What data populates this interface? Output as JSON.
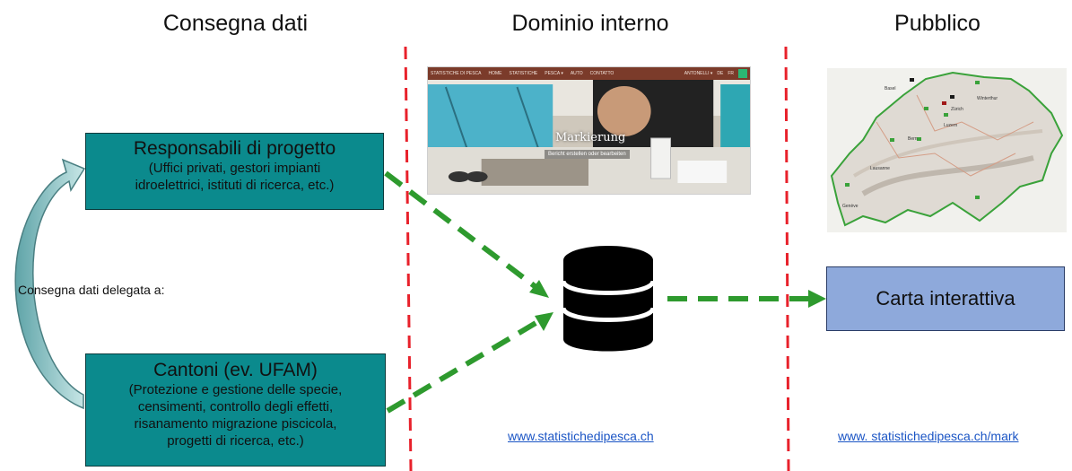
{
  "columns": {
    "left_title": "Consegna dati",
    "mid_title": "Dominio interno",
    "right_title": "Pubblico"
  },
  "boxes": {
    "responsabili": {
      "title": "Responsabili di progetto",
      "lines": [
        "(Uffici privati, gestori impianti",
        "idroelettrici, istituti di ricerca, etc.)"
      ]
    },
    "cantoni": {
      "title": "Cantoni (ev. UFAM)",
      "lines": [
        "(Protezione e gestione delle specie,",
        "censimenti, controllo degli effetti,",
        "risanamento migrazione piscicola,",
        "progetti di ricerca, etc.)"
      ]
    },
    "carta": {
      "label": "Carta interattiva"
    }
  },
  "delegated_label": "Consegna dati delegata a:",
  "links": {
    "internal": "www.statistichedipesca.ch",
    "public": "www. statistichedipesca.ch/mark"
  },
  "website": {
    "nav_items": [
      "STATISTICHE DI PESCA",
      "HOME",
      "STATISTICHE",
      "PESCA ▾",
      "AUTO",
      "CONTATTO"
    ],
    "nav_right": [
      "ANTONELLI ▾",
      "DE",
      "FR"
    ],
    "hero_title": "Markierung",
    "hero_subtitle": "Bericht erstellen oder bearbeiten"
  },
  "map_labels": [
    "Basel",
    "Zürich",
    "Winterthur",
    "Lausanne",
    "Genève",
    "Bern",
    "Luzern"
  ],
  "colors": {
    "teal_box": "#0b8a8d",
    "blue_box": "#8ea9db",
    "arrow_green": "#2e9a2e",
    "divider_red": "#e8212b",
    "curved_arrow": "#8fc9cc",
    "link_blue": "#1b55c5"
  },
  "icons": {
    "database": "database-icon",
    "curved_arrow": "curved-arrow-icon"
  }
}
